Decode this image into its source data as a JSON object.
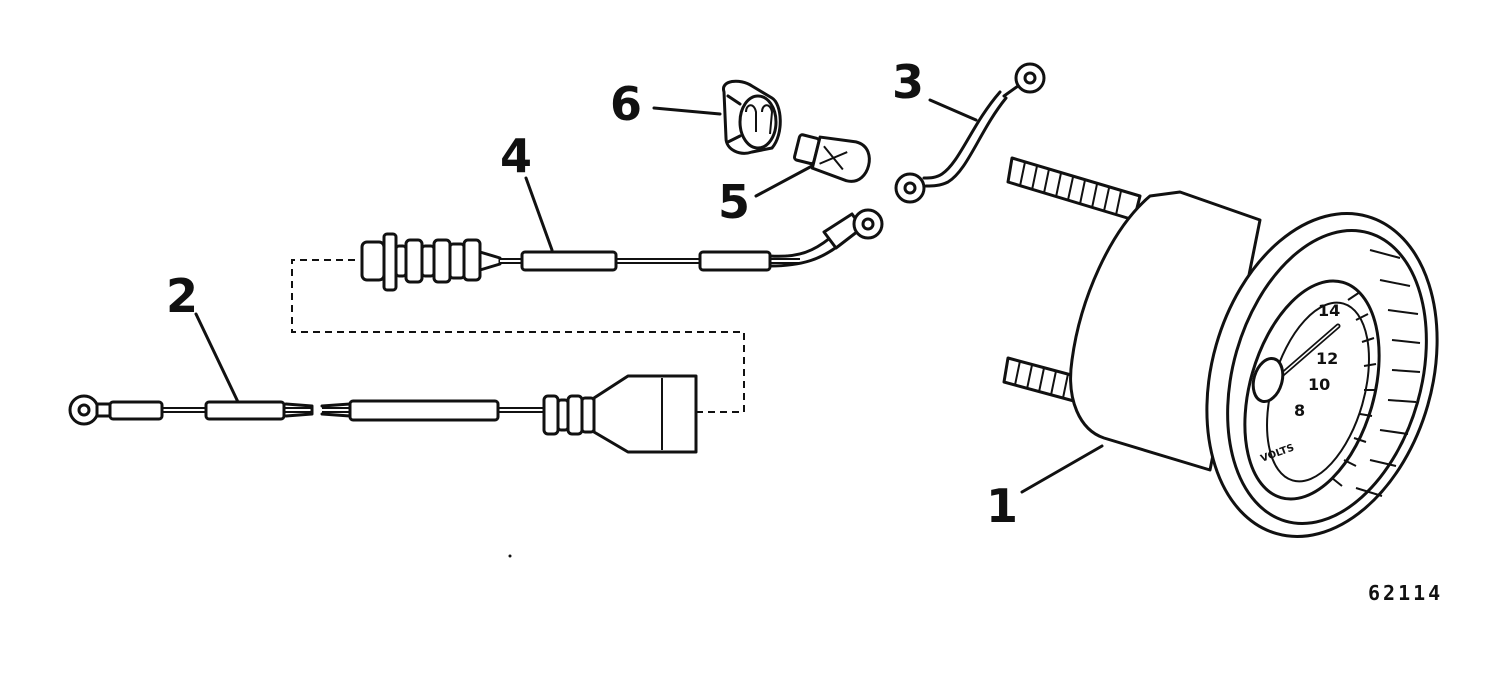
{
  "figure_id": "62114",
  "callouts": [
    {
      "id": "1",
      "label": "1"
    },
    {
      "id": "2",
      "label": "2"
    },
    {
      "id": "3",
      "label": "3"
    },
    {
      "id": "4",
      "label": "4"
    },
    {
      "id": "5",
      "label": "5"
    },
    {
      "id": "6",
      "label": "6"
    }
  ],
  "gauge": {
    "dial_numbers": [
      "14",
      "12",
      "10",
      "8"
    ],
    "dial_text": "VOLTS"
  }
}
